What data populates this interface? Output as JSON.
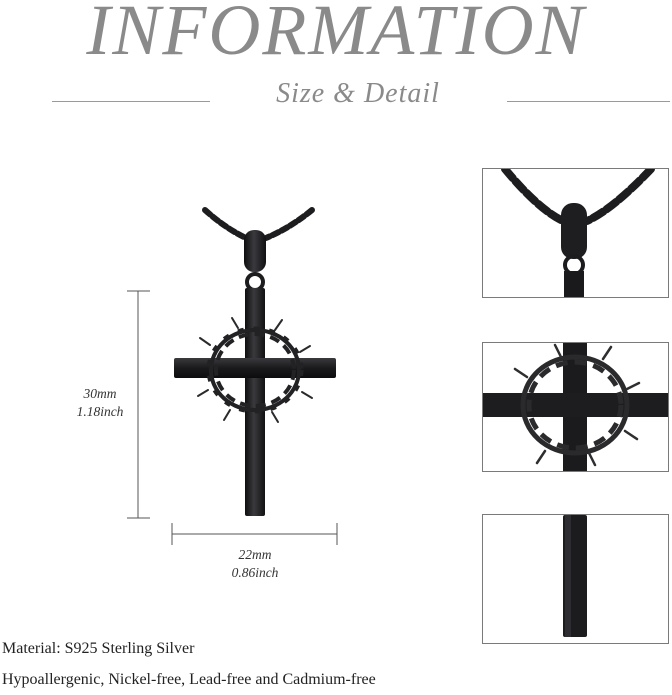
{
  "header": {
    "title": "INFORMATION",
    "subtitle": "Size & Detail"
  },
  "dimensions": {
    "height_mm": "30mm",
    "height_inch": "1.18inch",
    "width_mm": "22mm",
    "width_inch": "0.86inch"
  },
  "specs": {
    "material": "Material: S925 Sterling Silver",
    "features": "Hypoallergenic, Nickel-free, Lead-free and Cadmium-free"
  },
  "colors": {
    "metal": "#1c1c1f",
    "heading": "#8a8a8a"
  },
  "thumbnails": [
    {
      "icon": "bail-chain-closeup"
    },
    {
      "icon": "crown-of-thorns-closeup"
    },
    {
      "icon": "cross-bottom-closeup"
    }
  ]
}
